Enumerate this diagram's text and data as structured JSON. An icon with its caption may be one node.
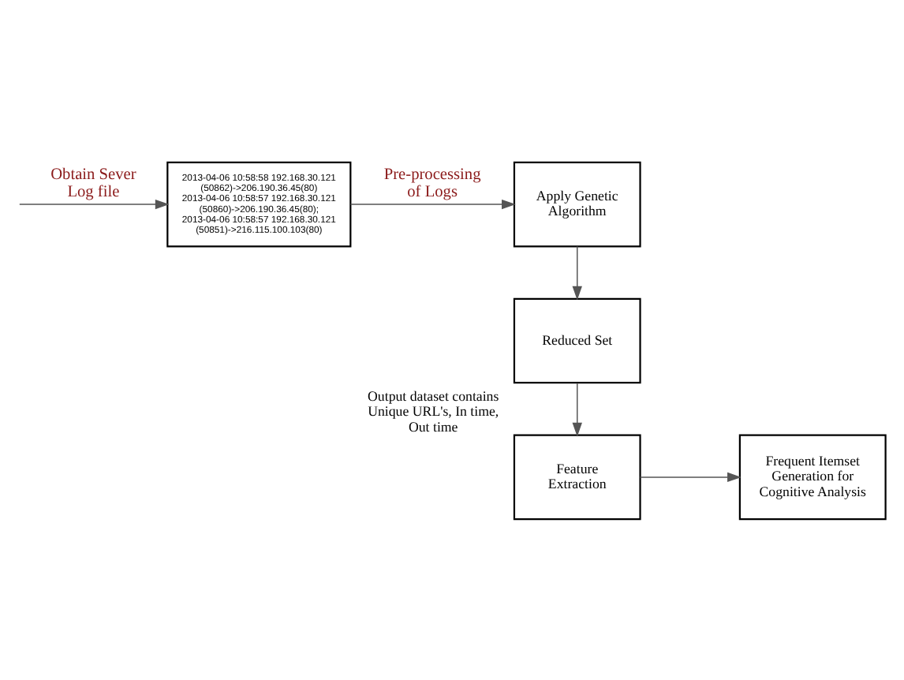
{
  "diagram": {
    "nodes": [
      {
        "text": [
          "2013-04-06 10:58:58 192.168.30.121(50862)->206.190.36.45(80) 2013-04-06 10:58:57 192.168.30.121(50860)->206.190.36.45(80); 2013-04-06 10:58:57 192.168.30.121(50851)->216.115.100.103(80)"
        ]
      },
      {
        "text": [
          "Apply Genetic Algorithm"
        ]
      },
      {
        "text": [
          "Reduced Set"
        ]
      },
      {
        "text": [
          "Feature Extraction"
        ],
        "beside": [
          "Output dataset contains Unique URL's, In time, Out time"
        ]
      },
      {
        "text": [
          "Frequent Itemset Generation for Cognitive Analysis"
        ]
      }
    ],
    "edges": [
      {
        "from": null,
        "to": 0,
        "arrow": "to",
        "label": "Obtain Sever Log file"
      },
      {
        "from": 0,
        "to": 1,
        "arrow": "to",
        "label": "Pre-processing of Logs"
      },
      {
        "from": 1,
        "to": 2,
        "arrow": "to"
      },
      {
        "from": 2,
        "to": 3,
        "arrow": "to"
      },
      {
        "from": 3,
        "to": 4,
        "arrow": "to"
      }
    ]
  }
}
